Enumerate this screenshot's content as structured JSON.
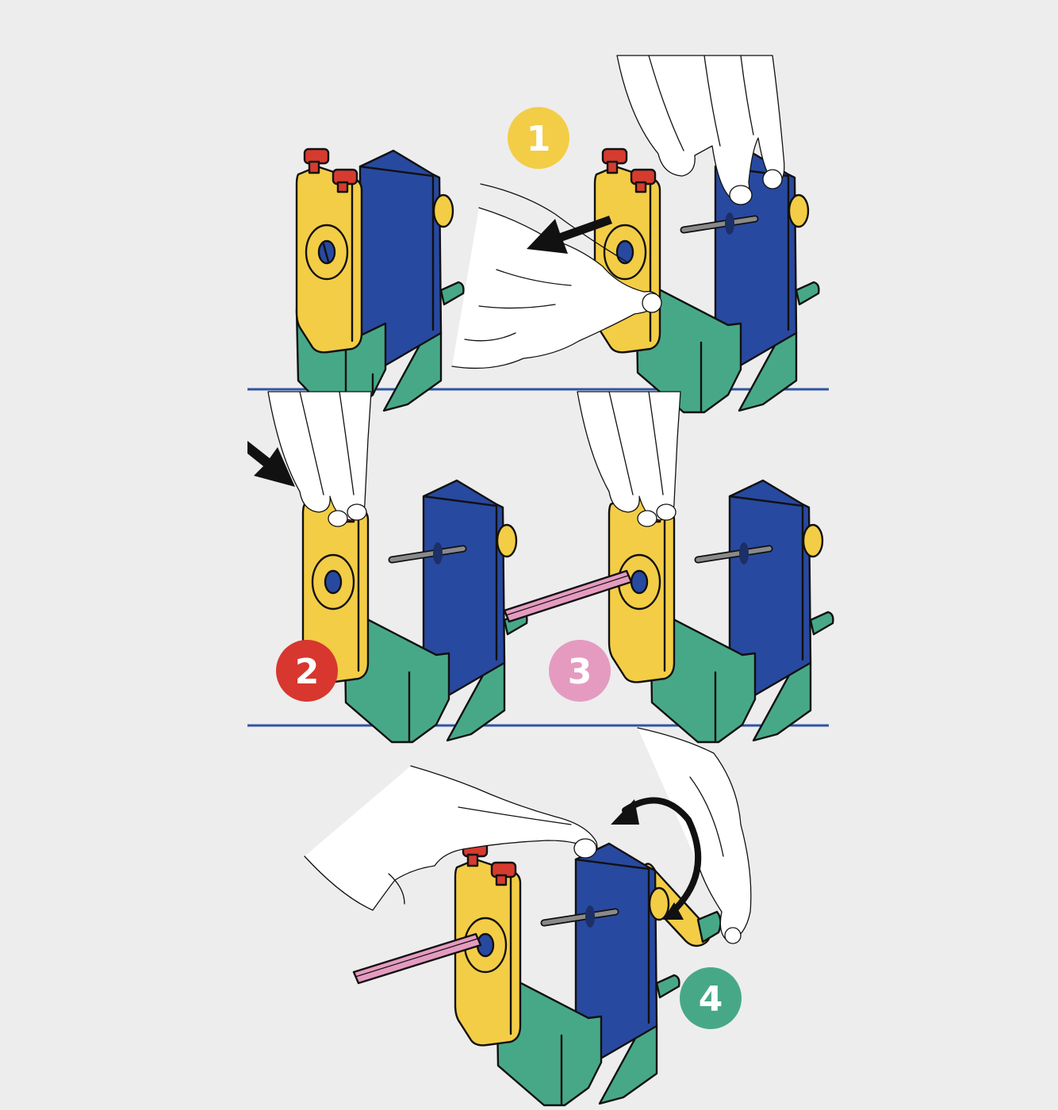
{
  "colors": {
    "background": "#ededed",
    "divider": "#2f54a4",
    "body_blue": "#2849a0",
    "front_yellow": "#f3cd46",
    "base_green": "#47a887",
    "knob_red": "#d63b2f",
    "pencil_pink": "#e59bc0",
    "rod_gray": "#8a8a8a",
    "arrow": "#111111"
  },
  "steps": [
    {
      "number": "1",
      "color": "#f3cd46"
    },
    {
      "number": "2",
      "color": "#d7372e"
    },
    {
      "number": "3",
      "color": "#e59bc0"
    },
    {
      "number": "4",
      "color": "#47a887"
    }
  ],
  "icons": {
    "arrow_pull": "arrow-left-icon",
    "arrow_press": "arrow-down-right-icon",
    "arrow_rotate": "rotate-arrow-icon"
  }
}
